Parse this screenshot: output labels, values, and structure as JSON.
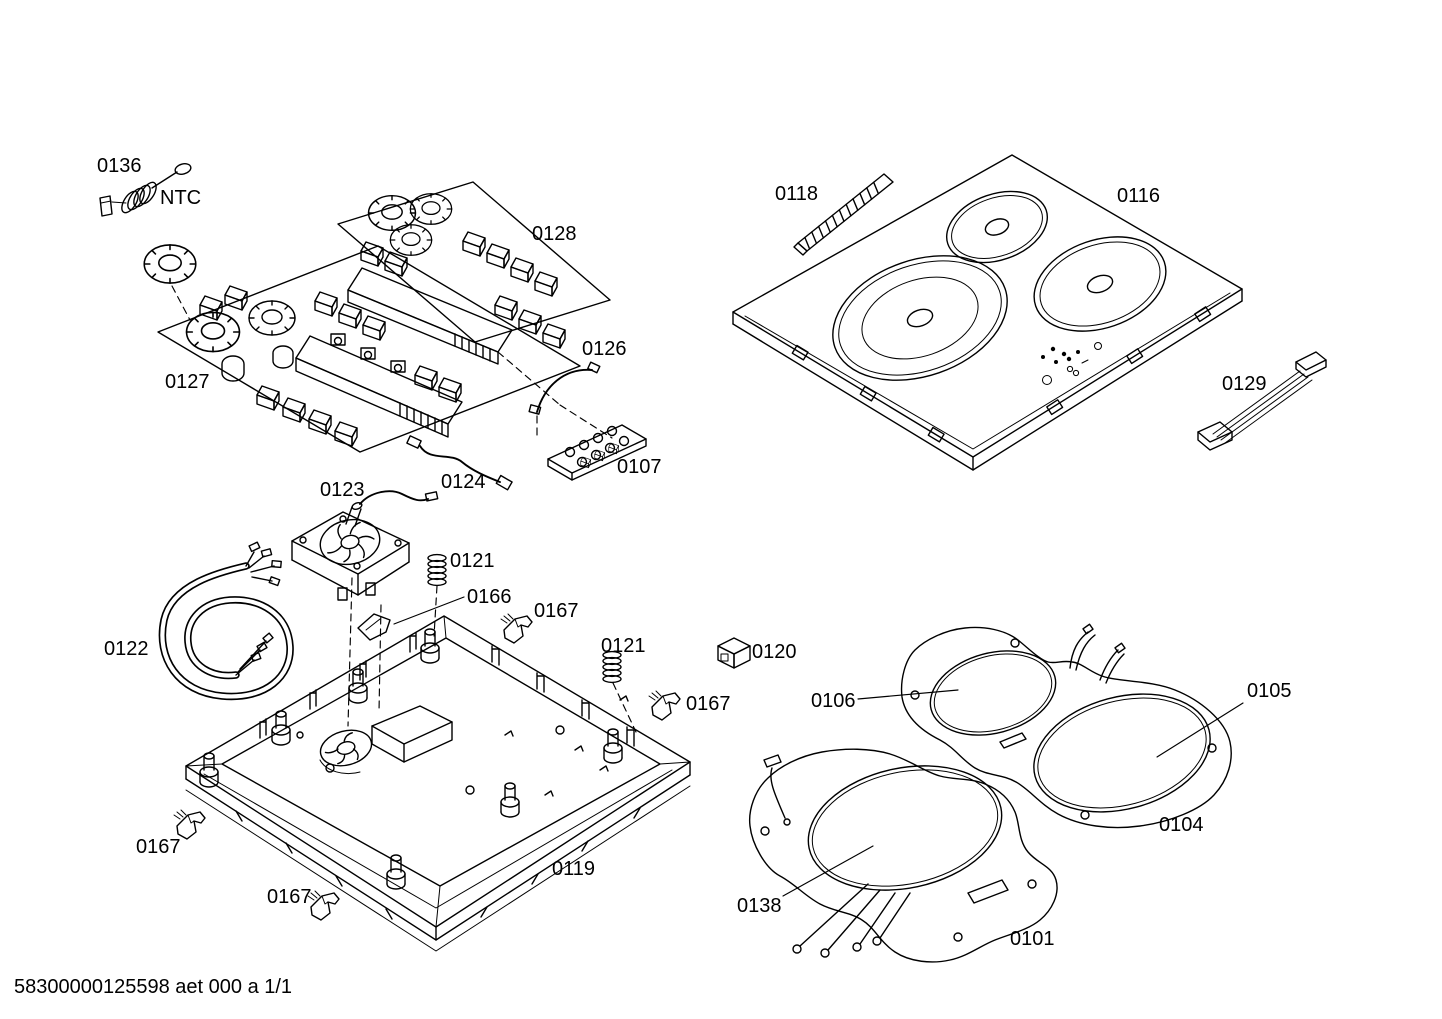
{
  "diagram_type": "exploded-parts-diagram",
  "footer": "58300000125598 aet 000 a 1/1",
  "colors": {
    "background": "#ffffff",
    "line": "#000000"
  },
  "labels": [
    {
      "text": "0136"
    },
    {
      "text": "NTC"
    },
    {
      "text": "0128"
    },
    {
      "text": "0127"
    },
    {
      "text": "0126"
    },
    {
      "text": "0124"
    },
    {
      "text": "0107"
    },
    {
      "text": "0123"
    },
    {
      "text": "0121"
    },
    {
      "text": "0166"
    },
    {
      "text": "0167"
    },
    {
      "text": "0122"
    },
    {
      "text": "0121"
    },
    {
      "text": "0120"
    },
    {
      "text": "0167"
    },
    {
      "text": "0119"
    },
    {
      "text": "0167"
    },
    {
      "text": "0167"
    },
    {
      "text": "0118"
    },
    {
      "text": "0116"
    },
    {
      "text": "0129"
    },
    {
      "text": "0106"
    },
    {
      "text": "0105"
    },
    {
      "text": "0104"
    },
    {
      "text": "0138"
    },
    {
      "text": "0101"
    }
  ]
}
